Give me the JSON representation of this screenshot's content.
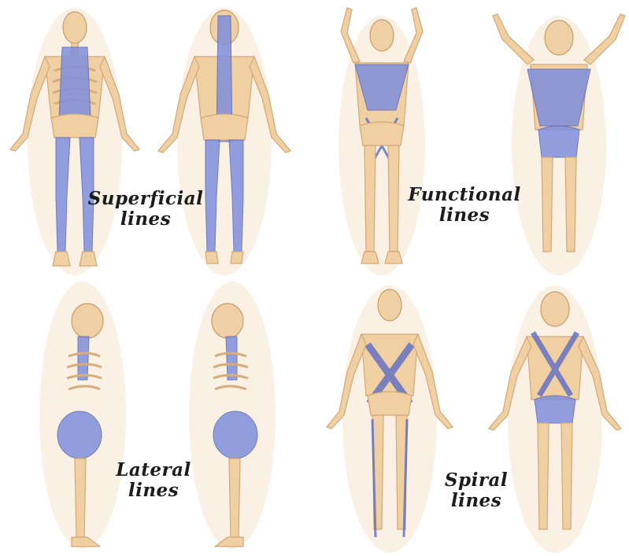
{
  "panels": [
    {
      "id": "superficial",
      "caption_line1": "Superficial",
      "caption_line2": "lines"
    },
    {
      "id": "functional",
      "caption_line1": "Functional",
      "caption_line2": "lines"
    },
    {
      "id": "lateral",
      "caption_line1": "Lateral",
      "caption_line2": "lines"
    },
    {
      "id": "spiral",
      "caption_line1": "Spiral",
      "caption_line2": "lines"
    }
  ],
  "colors": {
    "bone": "#f0cfa2",
    "muscle": "#7f8fdc",
    "background": "#ffffff",
    "caption": "#1c1c1c"
  }
}
